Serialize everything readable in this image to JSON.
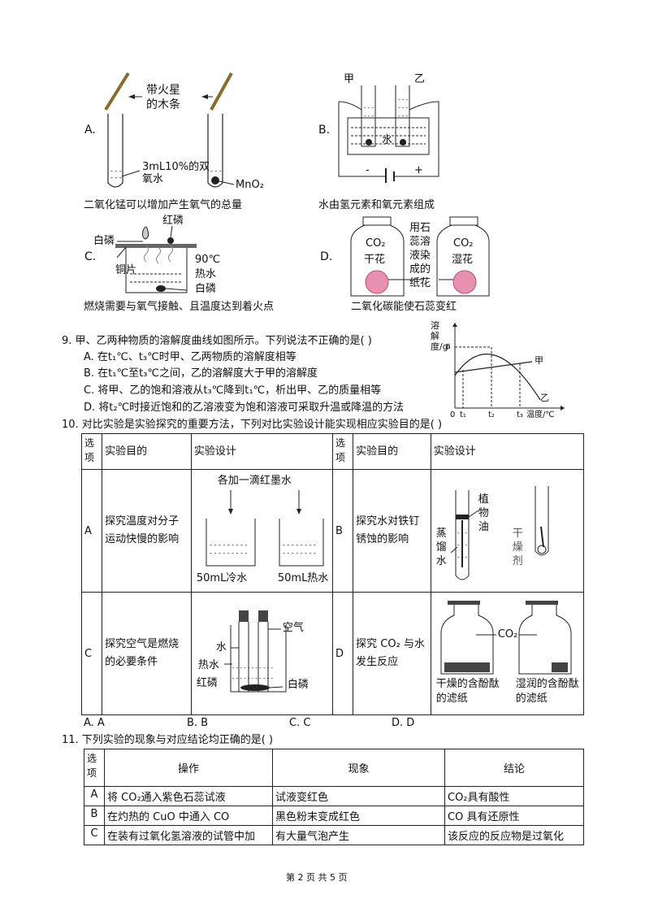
{
  "q8": {
    "A": {
      "letter": "A.",
      "label_wood": "带火星的木条",
      "label_soln": "3mL10%的双氧水",
      "label_mno2": "MnO₂",
      "caption": "二氧化锰可以增加产生氧气的总量"
    },
    "B": {
      "letter": "B.",
      "jia": "甲",
      "yi": "乙",
      "water": "水",
      "minus": "-",
      "plus": "+",
      "caption": "水由氢元素和氧元素组成"
    },
    "C": {
      "letter": "C.",
      "red_p": "红磷",
      "white_p_top": "白磷",
      "copper": "铜片",
      "temp": "90℃",
      "hot_water": "热水",
      "white_p_bot": "白磷",
      "caption": "燃烧需要与氧气接触、且温度达到着火点"
    },
    "D": {
      "letter": "D.",
      "co2_left": "CO₂",
      "dry": "干花",
      "middle": "用石蕊溶液染成的纸花",
      "co2_right": "CO₂",
      "wet": "湿花",
      "caption": "二氧化碳能使石蕊变红"
    }
  },
  "q9": {
    "stem": "9. 甲、乙两种物质的溶解度曲线如图所示。下列说法不正确的是(    )",
    "options": [
      "A. 在t₁℃、t₃℃时甲、乙两物质的溶解度相等",
      "B. 在t₁℃至t₃℃之间，乙的溶解度大于甲的溶解度",
      "C. 将甲、乙的饱和溶液从t₃℃降到t₁℃，析出甲、乙的质量相等",
      "D. 将t₂℃时接近饱和的乙溶液变为饱和溶液可采取升温或降温的方法"
    ],
    "graph": {
      "ylabel": "溶解度/g",
      "a": "a",
      "jia": "甲",
      "yi": "乙",
      "origin": "0",
      "t1": "t₁",
      "t2": "t₂",
      "t3": "t₃",
      "xlabel": "温度/℃"
    }
  },
  "q10": {
    "stem": "10. 对比实验是实验探究的重要方法，下列对比实验设计能实现相应实验目的是(    )",
    "header": {
      "opt": "选项",
      "purpose": "实验目的",
      "design": "实验设计"
    },
    "rows": [
      {
        "opt": "A",
        "purpose": "探究温度对分子运动快慢的影响",
        "labels": {
          "top": "各加一滴红墨水",
          "left": "50mL冷水",
          "right": "50mL热水"
        },
        "opt2": "B",
        "purpose2": "探究水对铁钉锈蚀的影响",
        "labels2": {
          "oil": "植物油",
          "water": "蒸馏水",
          "drier": "干燥剂"
        }
      },
      {
        "opt": "C",
        "purpose": "探究空气是燃烧的必要条件",
        "labels": {
          "air": "空气",
          "water": "水",
          "hot": "热水",
          "red": "红磷",
          "white": "白磷"
        },
        "opt2": "D",
        "purpose2": "探究 CO₂ 与水发生反应",
        "labels2": {
          "co2": "CO₂",
          "dry": "干燥的含酚酞的滤纸",
          "wet": "湿润的含酚酞的滤纸"
        }
      }
    ],
    "choices": [
      "A. A",
      "B. B",
      "C. C",
      "D. D"
    ]
  },
  "q11": {
    "stem": "11. 下列实验的现象与对应结论均正确的是(    )",
    "header": [
      "选项",
      "操作",
      "现象",
      "结论"
    ],
    "rows": [
      [
        "A",
        "将 CO₂通入紫色石蕊试液",
        "试液变红色",
        "CO₂具有酸性"
      ],
      [
        "B",
        "在灼热的 CuO 中通入 CO",
        "黑色粉末变成红色",
        "CO 具有还原性"
      ],
      [
        "C",
        "在装有过氧化氢溶液的试管中加",
        "有大量气泡产生",
        "该反应的反应物是过氧化"
      ]
    ]
  },
  "footer": "第 2 页 共 5 页"
}
